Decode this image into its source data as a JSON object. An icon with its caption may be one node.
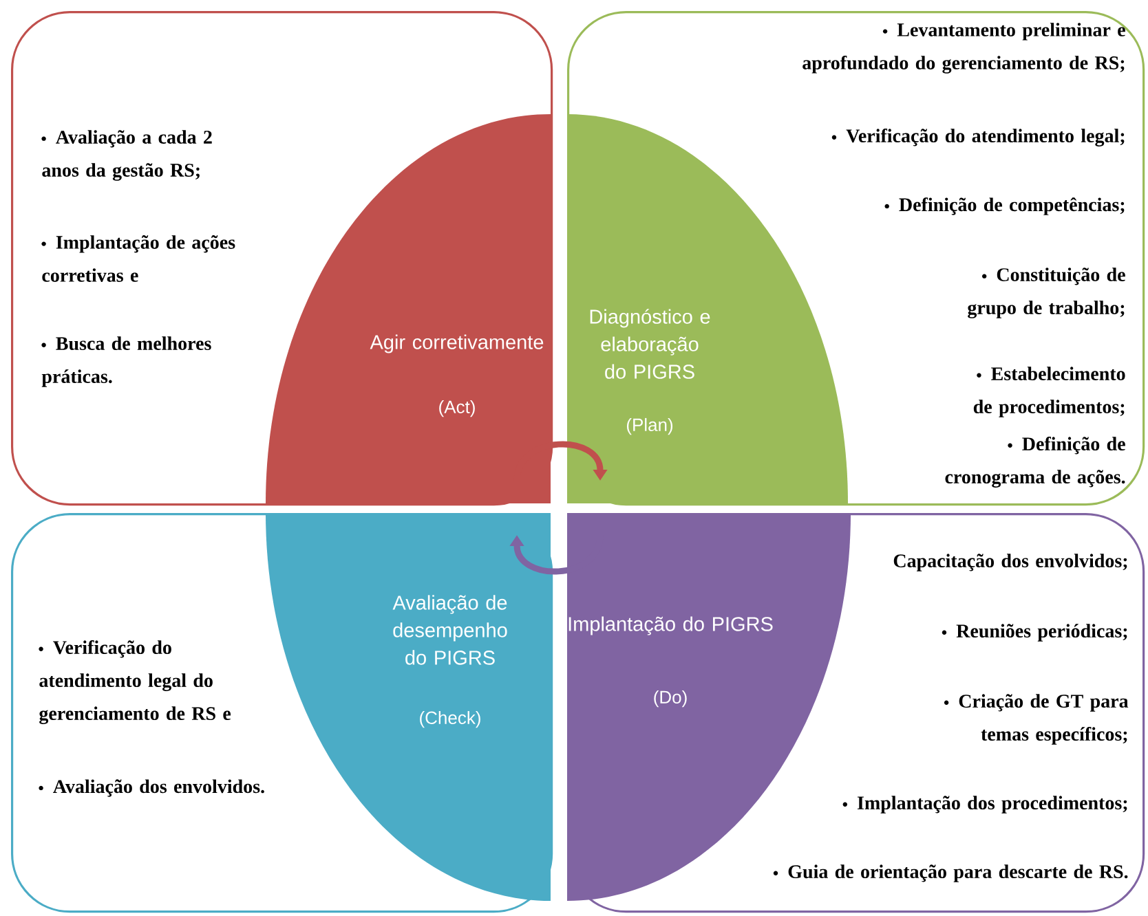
{
  "diagram": {
    "nodes": [
      {
        "text": [
          "Avaliação a cada 2 anos da gestão RS;",
          "Implantação de ações corretivas e",
          "Busca de melhores práticas."
        ]
      },
      {
        "text": [
          "Agir corretivamente",
          "(Act)"
        ],
        "in": 0
      },
      {
        "text": [
          "Levantamento preliminar e aprofundado do gerenciamento de RS;",
          "Verificação do atendimento legal;",
          "Definição de competências;",
          "Constituição de grupo de trabalho;",
          "Estabelecimento de procedimentos;",
          "Definição de cronograma de ações."
        ]
      },
      {
        "text": [
          "Diagnóstico e elaboração do PIGRS",
          "(Plan)"
        ],
        "in": 2
      },
      {
        "text": [
          "Verificação do atendimento legal do gerenciamento de RS e",
          "Avaliação dos envolvidos."
        ]
      },
      {
        "text": [
          "Avaliação de desempenho do PIGRS",
          "(Check)"
        ],
        "in": 4
      },
      {
        "text": [
          "Capacitação dos envolvidos;",
          "Reuniões periódicas;",
          "Criação de GT para temas específicos;",
          "Implantação dos procedimentos;",
          "Guia de orientação para descarte de RS."
        ]
      },
      {
        "text": [
          "Implantação do PIGRS",
          "(Do)"
        ],
        "in": 6
      }
    ],
    "edges": [
      {
        "from": 1,
        "to": 3,
        "arrow": "to",
        "color": "#c0504d"
      },
      {
        "from": 7,
        "to": 5,
        "arrow": "to",
        "color": "#8064a2"
      }
    ]
  }
}
